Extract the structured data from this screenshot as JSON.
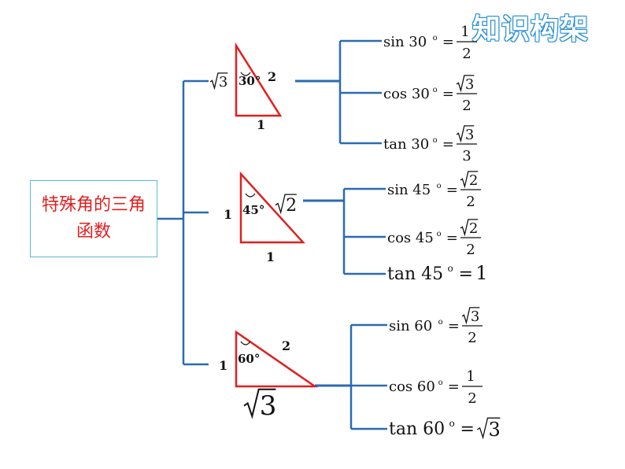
{
  "title": "知识构架",
  "root": "特殊角的三角函数",
  "colors": {
    "tree": "#2a6bb3",
    "triangle": "#e11f1f",
    "title_outline": "#2a8fd0"
  },
  "triangles": [
    {
      "angle_label": "30°",
      "side_left": "3",
      "side_left_radical": true,
      "side_right": "2",
      "side_bottom": "1",
      "formulas": [
        {
          "fn": "sin",
          "angle": "30",
          "num": "1",
          "num_radical": false,
          "den": "2"
        },
        {
          "fn": "cos",
          "angle": "30",
          "num": "3",
          "num_radical": true,
          "den": "2"
        },
        {
          "fn": "tan",
          "angle": "30",
          "num": "3",
          "num_radical": true,
          "den": "3"
        }
      ]
    },
    {
      "angle_label": "45°",
      "side_left": "1",
      "side_right": "2",
      "side_right_radical": true,
      "side_bottom": "1",
      "formulas": [
        {
          "fn": "sin",
          "angle": "45",
          "num": "2",
          "num_radical": true,
          "den": "2"
        },
        {
          "fn": "cos",
          "angle": "45",
          "num": "2",
          "num_radical": true,
          "den": "2"
        },
        {
          "fn": "tan",
          "angle": "45",
          "value": "1",
          "value_radical": false
        }
      ]
    },
    {
      "angle_label": "60°",
      "side_left": "1",
      "side_right": "2",
      "side_bottom": "3",
      "side_bottom_radical": true,
      "formulas": [
        {
          "fn": "sin",
          "angle": "60",
          "num": "3",
          "num_radical": true,
          "den": "2"
        },
        {
          "fn": "cos",
          "angle": "60",
          "num": "1",
          "num_radical": false,
          "den": "2"
        },
        {
          "fn": "tan",
          "angle": "60",
          "value": "3",
          "value_radical": true
        }
      ]
    }
  ]
}
